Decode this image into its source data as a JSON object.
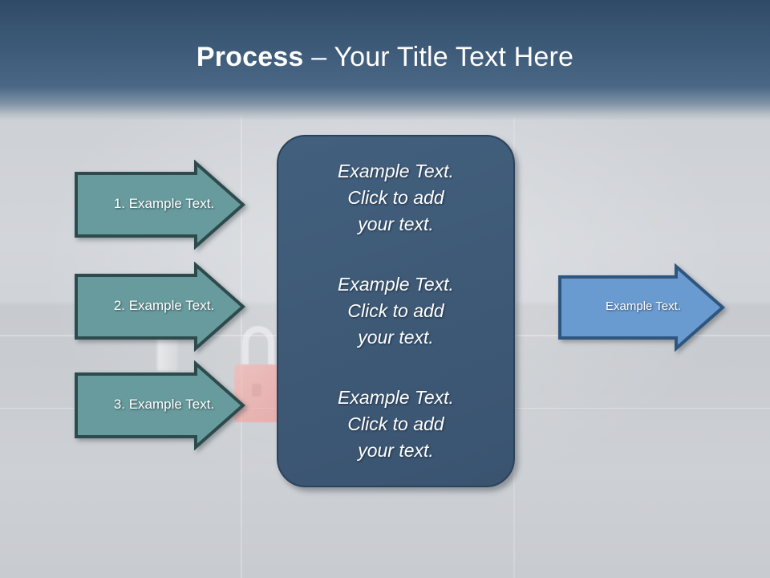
{
  "slide": {
    "title": {
      "bold_part": "Process",
      "rest_part": " – Your Title Text Here"
    },
    "theme": {
      "header_dark": "#3d5b79",
      "panel_fill": "#3f5b78",
      "panel_border": "#2b4258",
      "green_arrow_fill": "#689b9d",
      "green_arrow_border": "#2d4b4d",
      "blue_arrow_fill": "#6a9bd0",
      "blue_arrow_border": "#2e567f",
      "background": "#c9ccd1",
      "text_light": "#ffffff"
    }
  },
  "left_arrows": [
    {
      "label": "1. Example Text."
    },
    {
      "label": "2. Example Text."
    },
    {
      "label": "3. Example Text."
    }
  ],
  "center_panel": {
    "blocks": [
      "Example Text.\nClick  to add\nyour text.",
      "Example Text.\nClick  to add\nyour text.",
      "Example Text.\nClick  to add\nyour text."
    ]
  },
  "right_arrow": {
    "label": "Example Text."
  },
  "background_art": {
    "padlock_icon": "padlock-icon"
  }
}
